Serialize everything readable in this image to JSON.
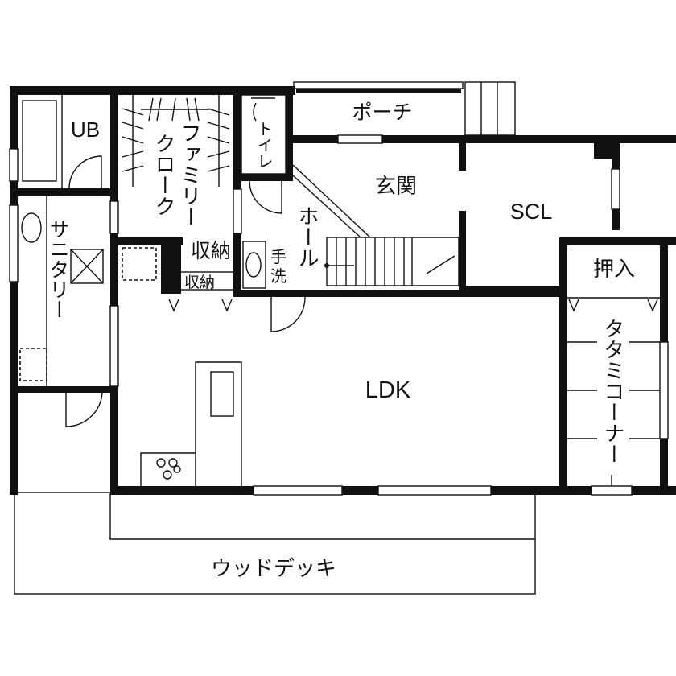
{
  "rooms": {
    "ub": "UB",
    "family_cloak_1": "ファミリー",
    "family_cloak_2": "クローク",
    "toilet": "トイレ",
    "porch": "ポーチ",
    "entrance": "玄関",
    "scl": "SCL",
    "hall": "ホール",
    "sanitary": "サニタリー",
    "storage_upper": "収納",
    "storage_lower": "収納",
    "washbasin_1": "手",
    "washbasin_2": "洗",
    "closet": "押入",
    "ldk": "LDK",
    "tatami_corner": "タタミコーナー",
    "wood_deck": "ウッドデッキ"
  },
  "colors": {
    "wall": "#111111",
    "background": "#ffffff"
  }
}
